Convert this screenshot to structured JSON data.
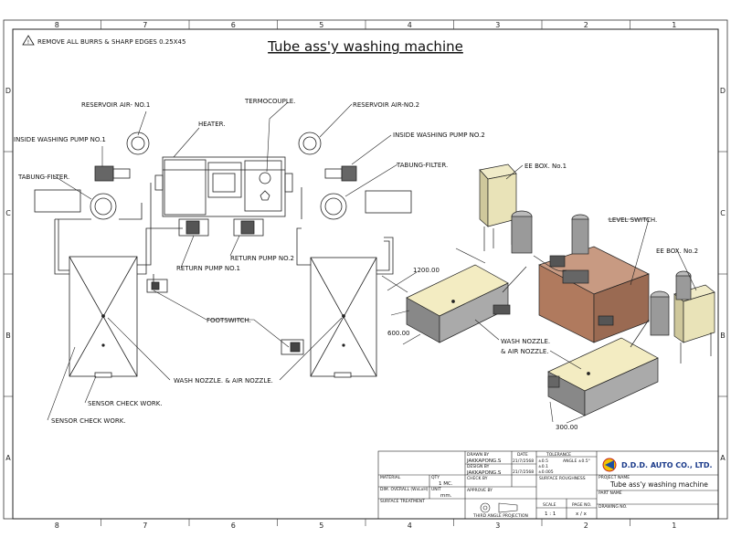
{
  "header": {
    "note": "REMOVE ALL BURRS & SHARP EDGES 0.25X45",
    "title": "Tube ass'y washing machine"
  },
  "border": {
    "cols": [
      "8",
      "7",
      "6",
      "5",
      "4",
      "3",
      "2",
      "1"
    ],
    "rows": [
      "D",
      "C",
      "B",
      "A"
    ]
  },
  "callouts": {
    "reservoir_air_1": "RESERVOIR AIR- NO.1",
    "heater": "HEATER.",
    "termocouple": "TERMOCOUPLE.",
    "reservoir_air_2": "RESERVOIR AIR-NO.2",
    "inside_pump_1": "INSIDE WASHING PUMP NO.1",
    "inside_pump_2": "INSIDE WASHING PUMP NO.2",
    "tabung_filter_left": "TABUNG-FILTER.",
    "tabung_filter_right": "TABUNG-FILTER.",
    "return_pump_1": "RETURN PUMP NO.1",
    "return_pump_2": "RETURN PUMP NO.2",
    "footswitch": "FOOTSWITCH.",
    "wash_nozzle_left": "WASH NOZZLE. & AIR NOZZLE.",
    "sensor_check_1": "SENSOR CHECK WORK.",
    "sensor_check_2": "SENSOR CHECK WORK.",
    "ee_box_1": "EE BOX. No.1",
    "ee_box_2": "EE BOX. No.2",
    "level_switch": "LEVEL SWITCH.",
    "wash_nozzle_iso_a": "WASH NOZZLE.",
    "wash_nozzle_iso_b": "& AIR NOZZLE."
  },
  "dimensions": {
    "d1200": "1200.00",
    "d600": "600.00",
    "d300": "300.00"
  },
  "title_block": {
    "drawn_by_label": "DRAWN BY",
    "drawn_by": "JAKKAPONG.S",
    "date_label": "DATE",
    "drawn_date": "21/7/2568",
    "design_by_label": "DESIGN BY",
    "design_by": "JAKKAPONG.S",
    "design_date": "21/7/2568",
    "check_by_label": "CHECK BY",
    "approve_by_label": "APPROVE BY",
    "tolerance_label": "TOLERANCE",
    "tol_x": "±0.5",
    "tol_xx": "±0.1",
    "tol_xxx": "±0.005",
    "angle_label": "ANGLE ±0.5°",
    "surface_roughness": "SURFACE ROUGHNESS",
    "material_label": "MATERIAL",
    "qty_label": "QTY",
    "qty": "1 MC.",
    "dim_overall_label": "DIM. OVERALL (WxLxH)",
    "unit_label": "UNIT",
    "unit": "mm.",
    "surface_treatment_label": "SURFACE TREATMENT",
    "projection": "THIRD ANGLE PROJECTION",
    "scale_label": "SCALE",
    "scale": "1 : 1",
    "page_label": "PAGE NO.",
    "page": "x / x",
    "company": "D.D.D. AUTO CO., LTD.",
    "project_name_label": "PROJECT NAME",
    "project_name": "Tube ass'y washing machine",
    "part_name_label": "PART NAME",
    "drawing_no_label": "DRAWING NO."
  },
  "colors": {
    "line": "#222222",
    "tank_fill": "#f3ecc2",
    "ee_box": "#e9e3b8",
    "copper": "#b07a5e",
    "steel": "#9a9a9a"
  }
}
